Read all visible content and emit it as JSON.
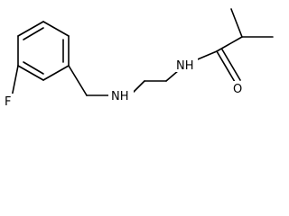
{
  "molecule": {
    "atoms": {
      "fluorine": "F",
      "amine_nh": "NH",
      "amide_nh": "NH",
      "carbonyl_o": "O"
    }
  },
  "colors": {
    "bond": "#000000",
    "background": "#ffffff"
  }
}
